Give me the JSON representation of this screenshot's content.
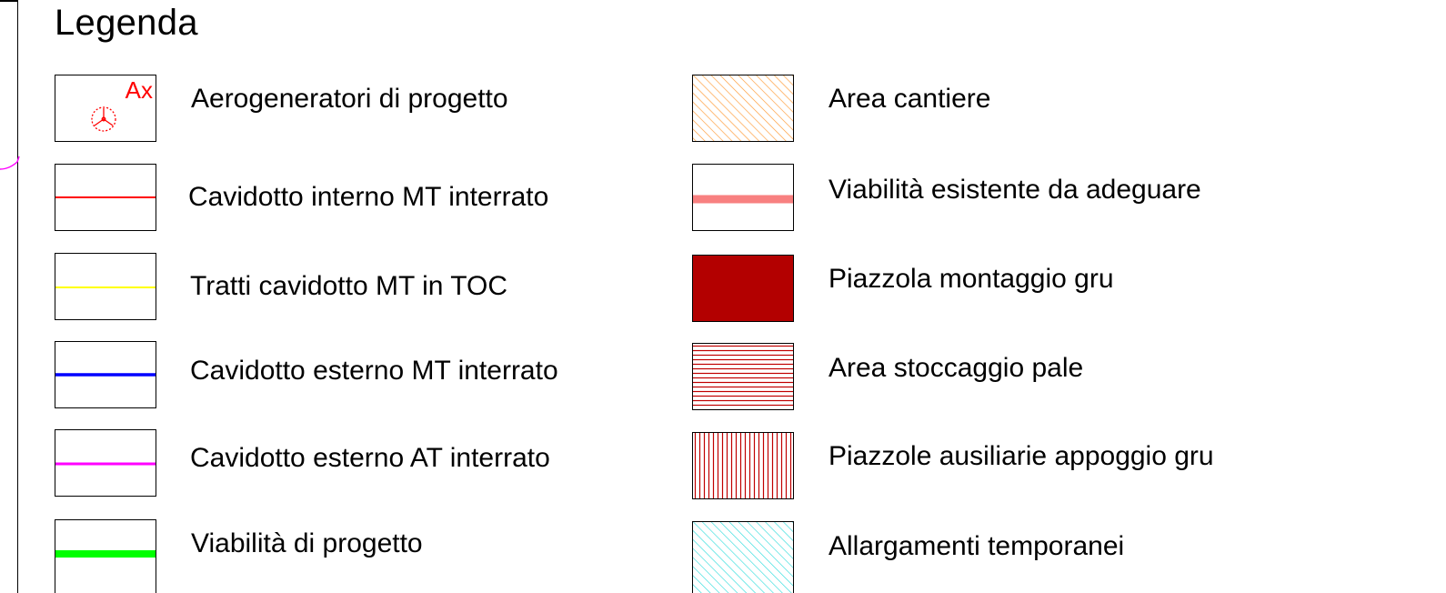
{
  "legend": {
    "title": "Legenda",
    "left_items": [
      {
        "label": "Aerogeneratori di progetto",
        "symbol": "turbine-marker",
        "marker_text": "Ax",
        "color": "#ff0000"
      },
      {
        "label": "Cavidotto interno MT interrato",
        "symbol": "thin-line",
        "color": "#ff0000"
      },
      {
        "label": "Tratti cavidotto MT in TOC",
        "symbol": "thin-line",
        "color": "#ffff00"
      },
      {
        "label": "Cavidotto esterno MT interrato",
        "symbol": "medium-line",
        "color": "#0000ff"
      },
      {
        "label": "Cavidotto esterno AT interrato",
        "symbol": "medium-line",
        "color": "#ff00ff"
      },
      {
        "label": "Viabilità di progetto",
        "symbol": "thick-line",
        "color": "#00ff00"
      }
    ],
    "right_items": [
      {
        "label": "Area cantiere",
        "symbol": "diagonal-hatch",
        "color": "#ff9933"
      },
      {
        "label": "Viabilità esistente da adeguare",
        "symbol": "thick-line",
        "color": "#f88080"
      },
      {
        "label": "Piazzola montaggio gru",
        "symbol": "solid-fill",
        "color": "#b30000"
      },
      {
        "label": "Area stoccaggio pale",
        "symbol": "horizontal-hatch",
        "color": "#c00000"
      },
      {
        "label": "Piazzole ausiliarie appoggio gru",
        "symbol": "vertical-hatch",
        "color": "#c00000"
      },
      {
        "label": "Allargamenti temporanei",
        "symbol": "diagonal-hatch",
        "color": "#33dddd"
      }
    ]
  }
}
